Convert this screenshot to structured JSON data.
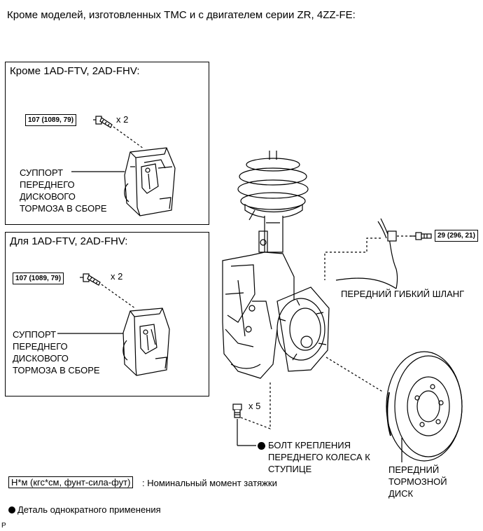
{
  "title": "Кроме моделей, изготовленных TMC и с двигателем серии ZR, 4ZZ-FE:",
  "panel_top": {
    "heading": "Кроме 1AD-FTV, 2AD-FHV:",
    "torque": "107 (1089, 79)",
    "qty": "x 2",
    "caliper_label": "СУППОРТ\nПЕРЕДНЕГО\nДИСКОВОГО\nТОРМОЗА В СБОРЕ"
  },
  "panel_bottom": {
    "heading": "Для 1AD-FTV, 2AD-FHV:",
    "torque": "107 (1089, 79)",
    "qty": "x 2",
    "caliper_label": "СУППОРТ\nПЕРЕДНЕГО\nДИСКОВОГО\nТОРМОЗА В СБОРЕ"
  },
  "main": {
    "hose_torque": "29 (296, 21)",
    "hose_label": "ПЕРЕДНИЙ ГИБКИЙ ШЛАНГ",
    "bolt_qty": "x 5",
    "bolt_label": "БОЛТ КРЕПЛЕНИЯ\nПЕРЕДНЕГО КОЛЕСА К\nСТУПИЦЕ",
    "disc_label": "ПЕРЕДНИЙ\nТОРМОЗНОЙ\nДИСК"
  },
  "legend": {
    "unit_box": "Н*м (кгс*см, фунт-сила-фут)",
    "unit_desc": ": Номинальный момент затяжки",
    "single_use": "Деталь однократного применения"
  },
  "corner_mark": "P"
}
